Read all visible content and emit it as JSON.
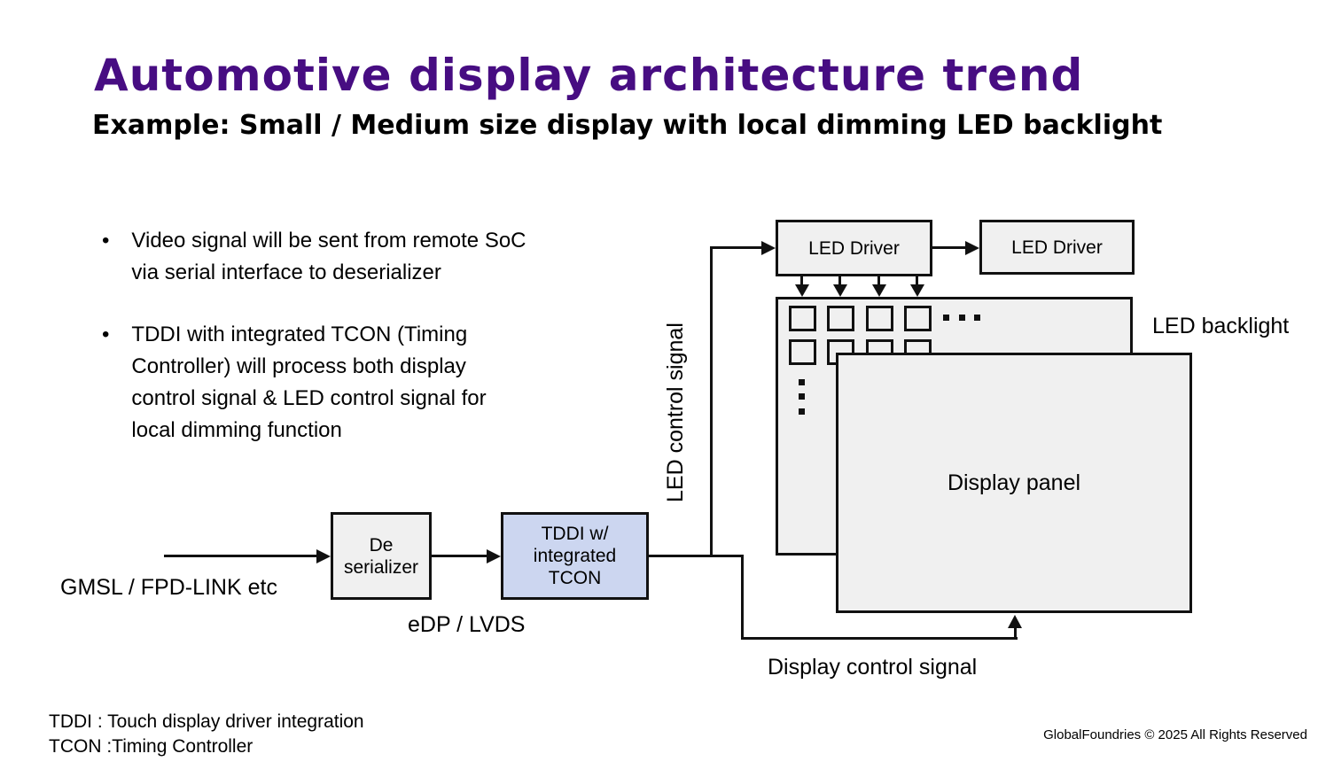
{
  "slide": {
    "title": "Automotive display architecture trend",
    "subtitle": "Example: Small / Medium size display with local dimming LED backlight",
    "title_color": "#470d82"
  },
  "bullets": [
    {
      "marker": "•",
      "text": "Video signal will be sent from remote SoC\nvia serial interface to deserializer"
    },
    {
      "marker": "•",
      "text": "TDDI with integrated TCON (Timing\nController) will process both display\ncontrol signal & LED control signal for\nlocal dimming function"
    }
  ],
  "diagram": {
    "boxes": {
      "deserializer": "De\nserializer",
      "tddi": "TDDI w/\nintegrated\nTCON",
      "led_driver_1": "LED Driver",
      "led_driver_2": "LED Driver",
      "display_panel": "Display panel"
    },
    "labels": {
      "gmsl": "GMSL / FPD-LINK etc",
      "edp": "eDP / LVDS",
      "led_control": "LED control signal",
      "display_control": "Display control signal",
      "led_backlight": "LED backlight"
    },
    "colors": {
      "box_fill": "#f0f0f0",
      "tddi_fill": "#ccd6f0",
      "line": "#111111"
    }
  },
  "footer": {
    "abbreviations": "TDDI : Touch display driver integration\nTCON :Timing Controller",
    "copyright": "GlobalFoundries © 2025 All Rights Reserved"
  }
}
